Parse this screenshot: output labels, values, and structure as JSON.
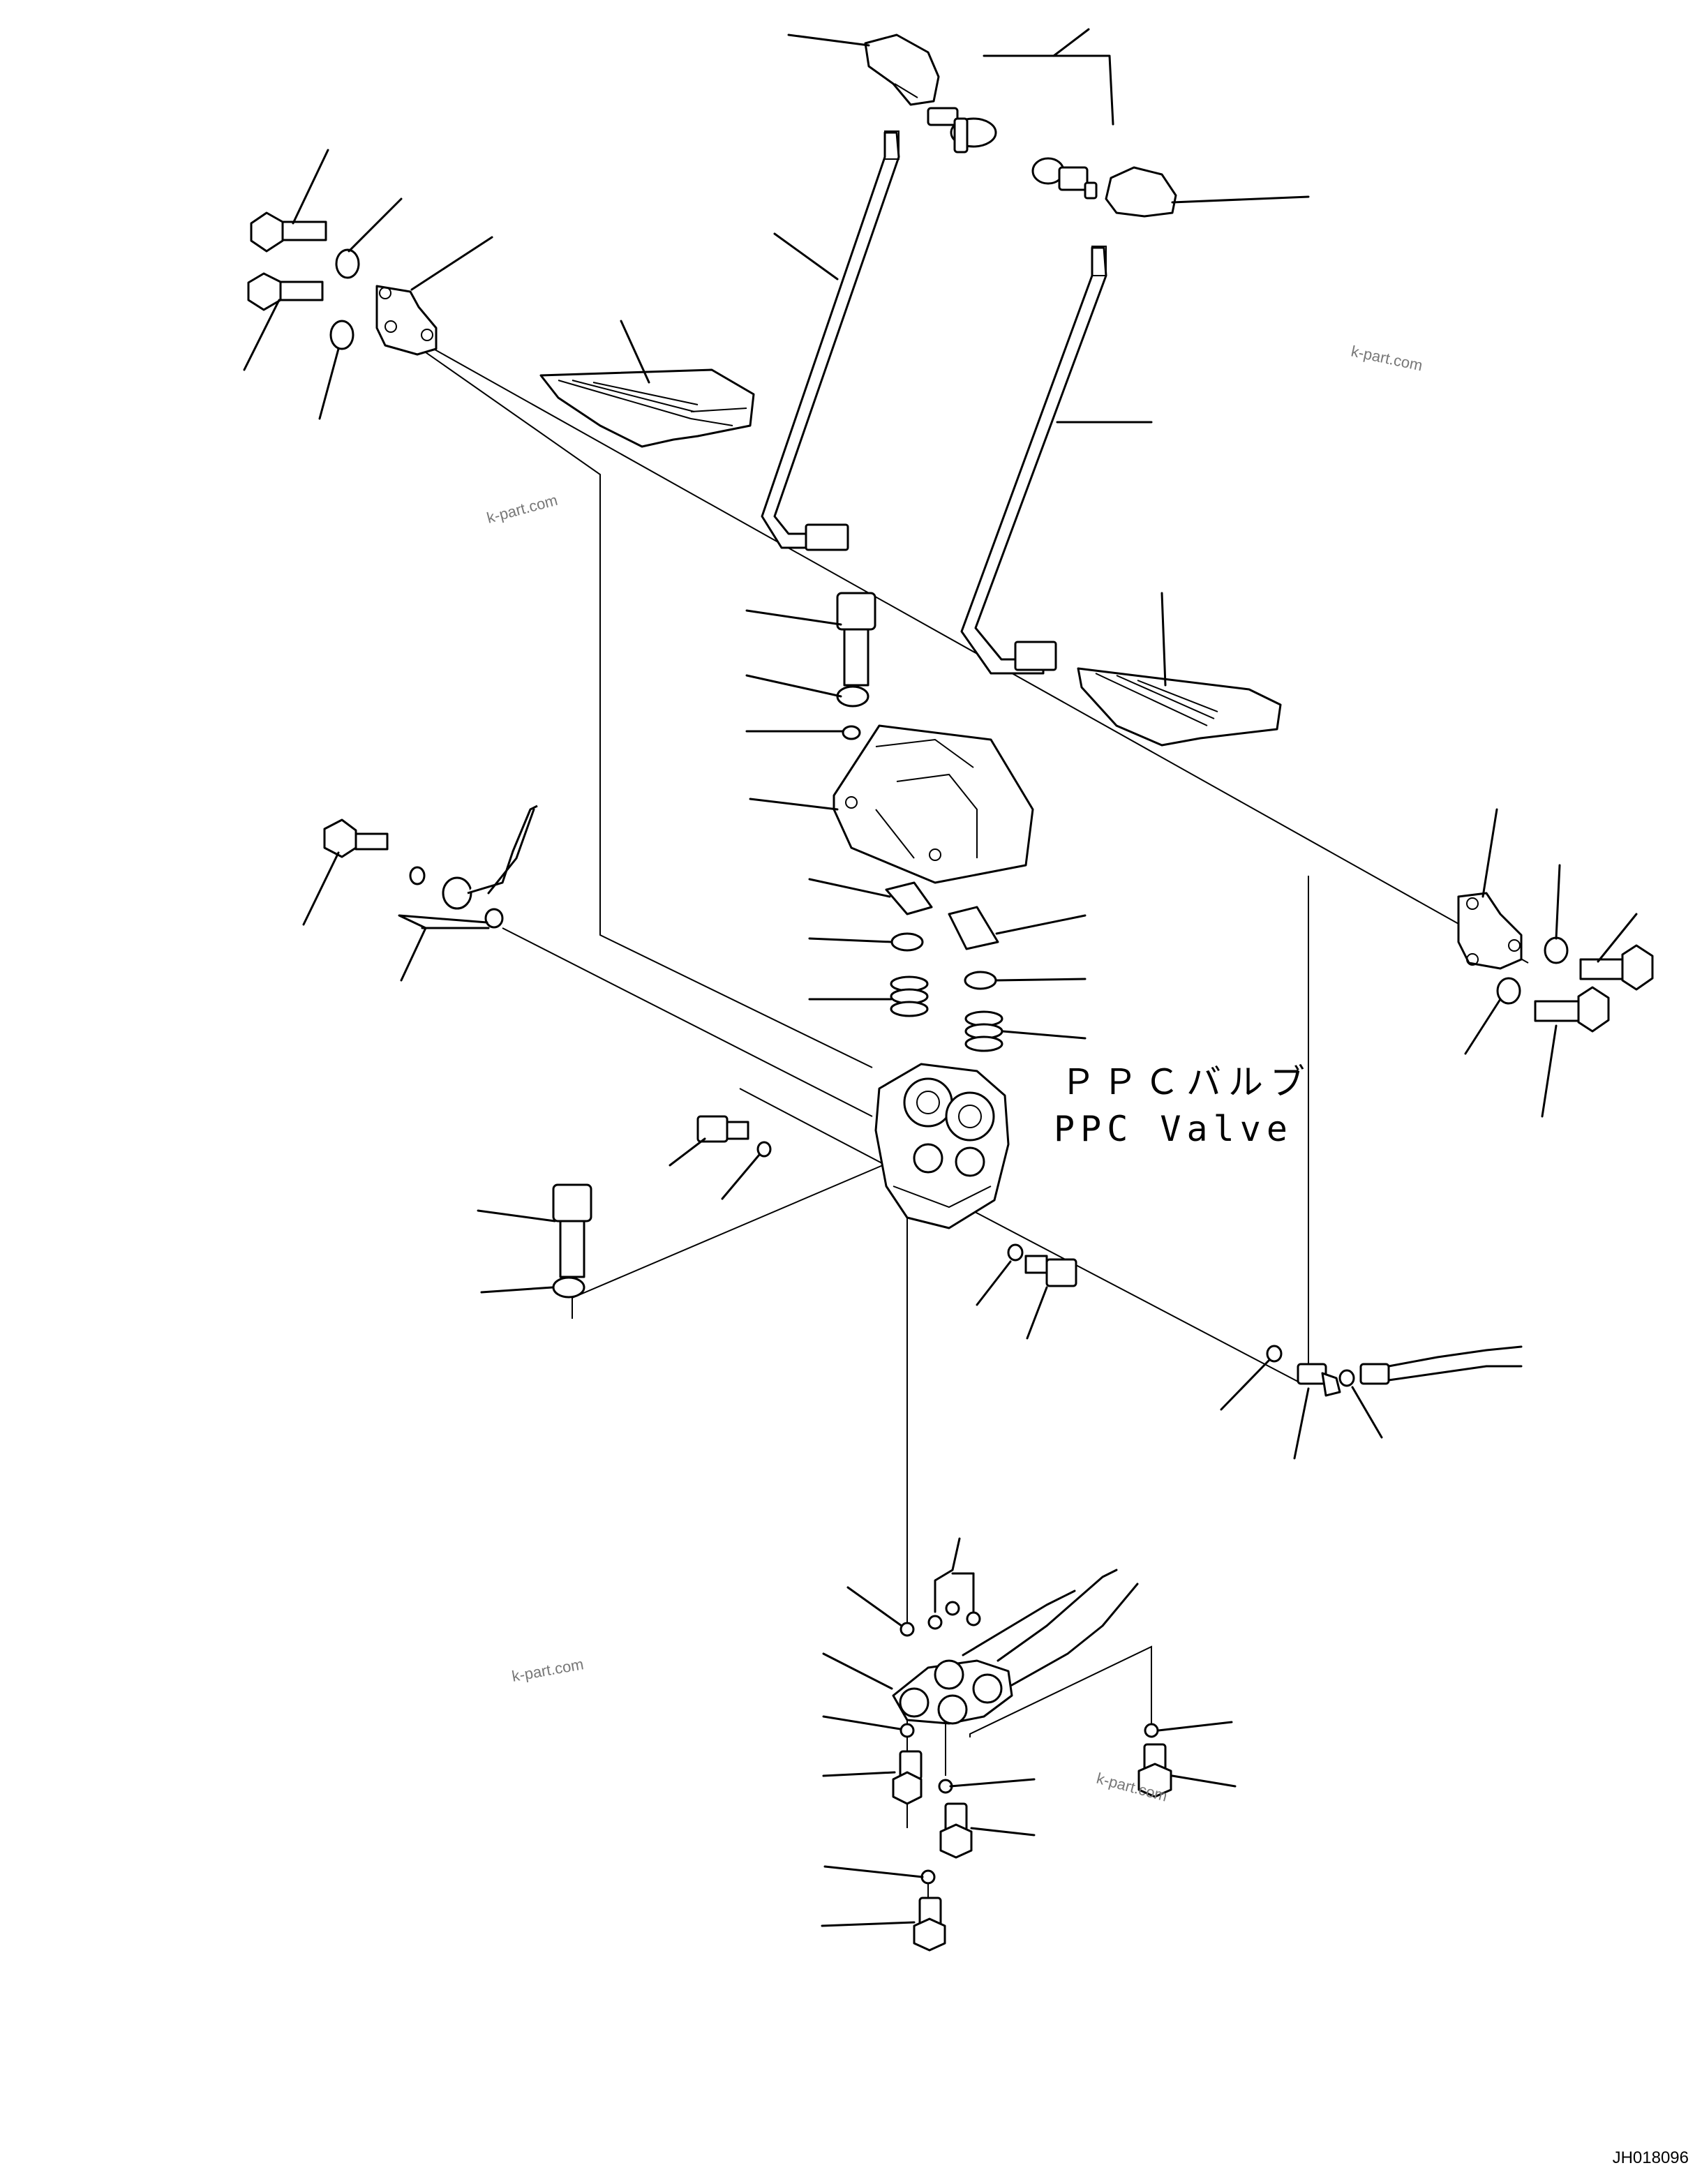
{
  "diagram": {
    "valve_label_jp": "ＰＰＣバルブ",
    "valve_label_en": "PPC Valve",
    "watermark": "k-part.com",
    "drawing_code": "JH018096"
  },
  "colors": {
    "ink": "#000000",
    "paper": "#ffffff",
    "watermark": "#777777"
  }
}
